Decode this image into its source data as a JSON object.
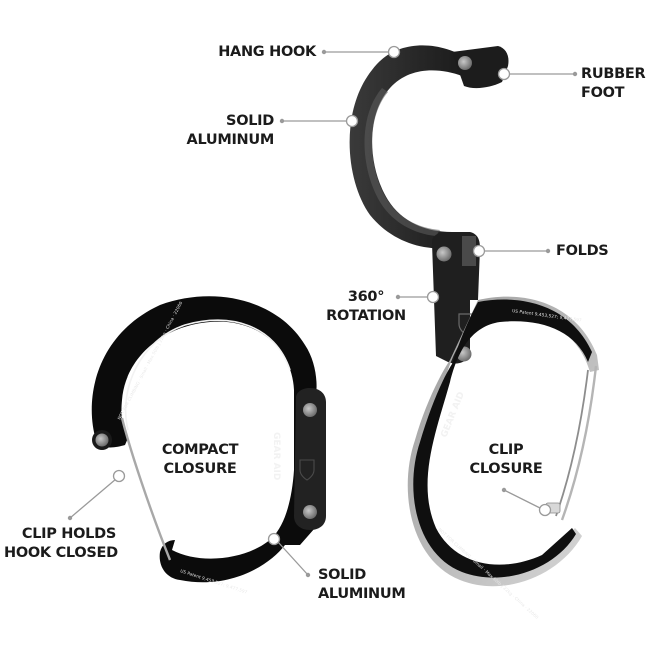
{
  "diagram": {
    "subject": "Gear Aid heroclip carabiner hooks",
    "colors": {
      "background": "#ffffff",
      "hook_body": "#2e2e2e",
      "clip_body": "#0d0d0d",
      "callout_line": "#9a9a9a",
      "label_text": "#1b1b1b",
      "engraving": "#e8e8e8"
    },
    "callouts": [
      {
        "id": "hang-hook",
        "lines": [
          "HANG HOOK"
        ]
      },
      {
        "id": "rubber-foot",
        "lines": [
          "RUBBER",
          "FOOT"
        ]
      },
      {
        "id": "solid-aluminum-top",
        "lines": [
          "SOLID",
          "ALUMINUM"
        ]
      },
      {
        "id": "folds",
        "lines": [
          "FOLDS"
        ]
      },
      {
        "id": "rotation",
        "lines": [
          "360°",
          "ROTATION"
        ]
      },
      {
        "id": "compact-closure",
        "lines": [
          "COMPACT",
          "CLOSURE"
        ]
      },
      {
        "id": "clip-closure",
        "lines": [
          "CLIP",
          "CLOSURE"
        ]
      },
      {
        "id": "clip-holds",
        "lines": [
          "CLIP HOLDS",
          "HOOK CLOSED"
        ]
      },
      {
        "id": "solid-aluminum-bottom",
        "lines": [
          "SOLID",
          "ALUMINUM"
        ]
      }
    ],
    "engravings": {
      "brand": "GEAR AID",
      "warning": "NOT FOR CLIMBING · Small · Max 50lb | 22kg · China · 22060",
      "patent": "US Patent 9,453,527; 9,477,597"
    }
  }
}
